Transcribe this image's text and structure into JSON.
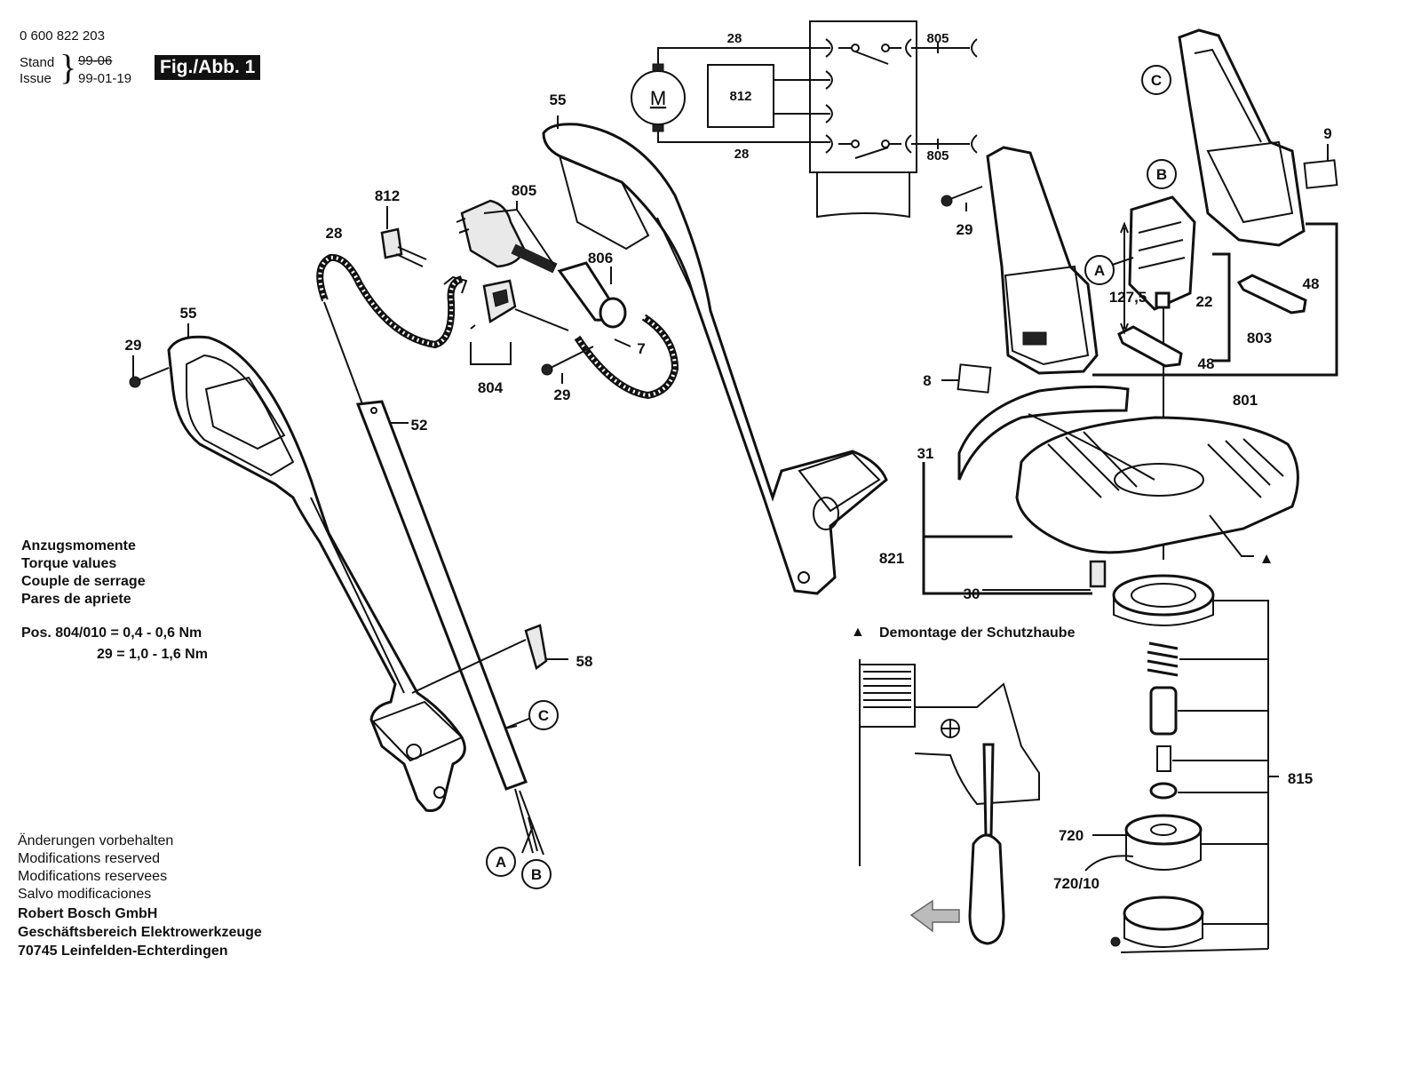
{
  "header": {
    "doc_number": "0 600 822 203",
    "stand_label": "Stand",
    "stand_value_struck": "99-06",
    "issue_label": "Issue",
    "issue_value": "99-01-19",
    "figure_badge": "Fig./Abb. 1"
  },
  "torque": {
    "lines": [
      "Anzugsmomente",
      "Torque values",
      "Couple de serrage",
      "Pares de apriete"
    ],
    "value_line_1": "Pos. 804/010 = 0,4 - 0,6 Nm",
    "value_line_2": "29 = 1,0 - 1,6 Nm"
  },
  "notice": {
    "modifications": [
      "Änderungen vorbehalten",
      "Modifications reserved",
      "Modifications reservees",
      "Salvo modificaciones"
    ],
    "company": [
      "Robert Bosch GmbH",
      "Geschäftsbereich Elektrowerkzeuge",
      "70745 Leinfelden-Echterdingen"
    ]
  },
  "guard_removal": {
    "symbol": "▲",
    "title": "Demontage der Schutzhaube"
  },
  "wiring": {
    "motor_symbol": "M",
    "component": "812",
    "wire_top": "28",
    "wire_bottom": "28",
    "cable_top": "805",
    "cable_bottom": "805"
  },
  "callouts": {
    "p55_left": "55",
    "p29_left": "29",
    "p28": "28",
    "p812": "812",
    "p805": "805",
    "p806": "806",
    "p7": "7",
    "p804": "804",
    "p29_mid": "29",
    "p55_mid": "55",
    "p52": "52",
    "p58": "58",
    "c_letter": "C",
    "a_letter": "A",
    "b_letter": "B",
    "p29_right": "29",
    "c_letter_right": "C",
    "b_letter_right": "B",
    "a_letter_right": "A",
    "p9": "9",
    "p127_5": "127,5",
    "p22": "22",
    "p48_a": "48",
    "p48_b": "48",
    "p803": "803",
    "p801": "801",
    "p8": "8",
    "p31": "31",
    "p821": "821",
    "p30": "30",
    "triangle": "▲",
    "p815": "815",
    "p720": "720",
    "p720_10": "720/10"
  }
}
